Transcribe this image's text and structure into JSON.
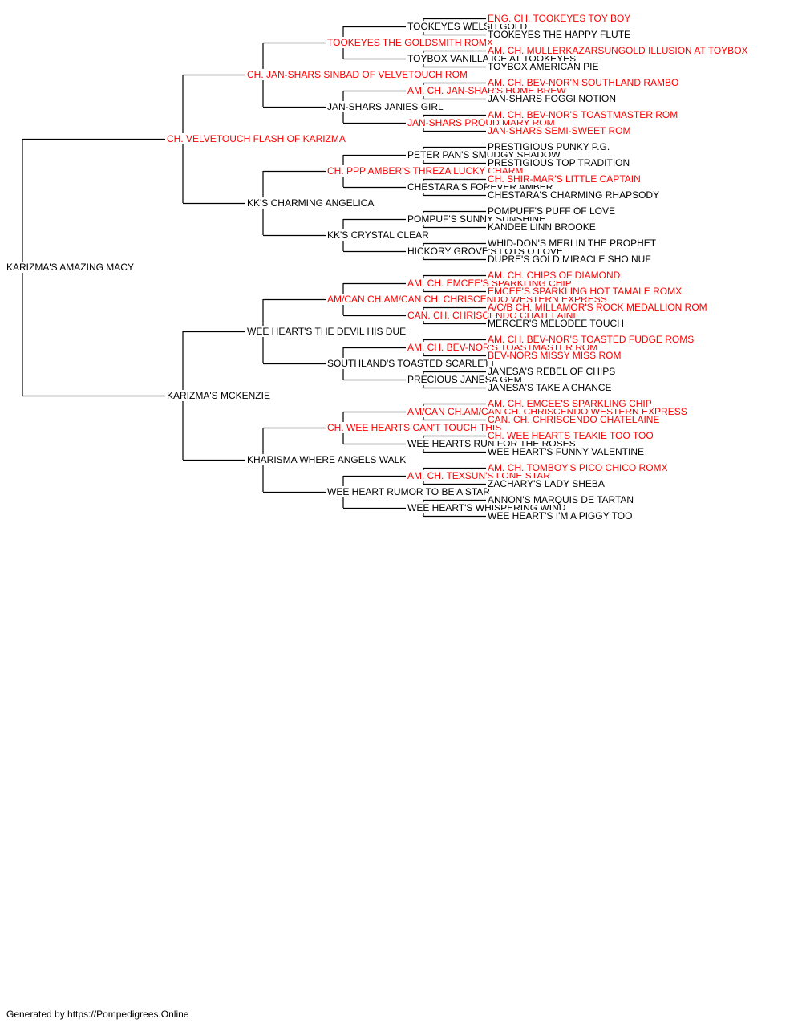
{
  "colors": {
    "champion": "#ff0000",
    "normal": "#000000",
    "line": "#000000"
  },
  "subject": {
    "name": "KARIZMA'S AMAZING MACY",
    "champion": false
  },
  "sire": {
    "name": "CH. VELVETOUCH FLASH OF KARIZMA",
    "champion": true,
    "sire": {
      "name": "CH. JAN-SHARS SINBAD OF VELVETOUCH ROM",
      "champion": true,
      "sire": {
        "name": "TOOKEYES THE GOLDSMITH ROMX",
        "champion": true,
        "sire": {
          "name": "TOOKEYES WELSH GOLD",
          "champion": false,
          "sire": {
            "name": "ENG. CH. TOOKEYES TOY BOY",
            "champion": true
          },
          "dam": {
            "name": "TOOKEYES THE HAPPY FLUTE",
            "champion": false
          }
        },
        "dam": {
          "name": "TOYBOX VANILLA ICE AT TOOKEYES",
          "champion": false,
          "sire": {
            "name": "AM. CH. MULLERKAZARSUNGOLD ILLUSION AT TOYBOX",
            "champion": true
          },
          "dam": {
            "name": "TOYBOX AMERICAN PIE",
            "champion": false
          }
        }
      },
      "dam": {
        "name": "JAN-SHARS JANIES GIRL",
        "champion": false,
        "sire": {
          "name": "AM. CH. JAN-SHAR'S HOME BREW",
          "champion": true,
          "sire": {
            "name": "AM. CH. BEV-NOR'N SOUTHLAND RAMBO",
            "champion": true
          },
          "dam": {
            "name": "JAN-SHARS FOGGI NOTION",
            "champion": false
          }
        },
        "dam": {
          "name": "JAN-SHARS PROUD MARY ROM",
          "champion": true,
          "sire": {
            "name": "AM. CH. BEV-NOR'S TOASTMASTER ROM",
            "champion": true
          },
          "dam": {
            "name": "JAN-SHARS SEMI-SWEET ROM",
            "champion": true
          }
        }
      }
    },
    "dam": {
      "name": "KK'S CHARMING ANGELICA",
      "champion": false,
      "sire": {
        "name": "CH. PPP AMBER'S THREZA LUCKY CHARM",
        "champion": true,
        "sire": {
          "name": "PETER PAN'S SMUDGY SHADOW",
          "champion": false,
          "sire": {
            "name": "PRESTIGIOUS PUNKY P.G.",
            "champion": false
          },
          "dam": {
            "name": "PRESTIGIOUS TOP TRADITION",
            "champion": false
          }
        },
        "dam": {
          "name": "CHESTARA'S FOREVER AMBER",
          "champion": false,
          "sire": {
            "name": "CH. SHIR-MAR'S LITTLE CAPTAIN",
            "champion": true
          },
          "dam": {
            "name": "CHESTARA'S CHARMING RHAPSODY",
            "champion": false
          }
        }
      },
      "dam": {
        "name": "KK'S CRYSTAL CLEAR",
        "champion": false,
        "sire": {
          "name": "POMPUF'S SUNNY SUNSHINE",
          "champion": false,
          "sire": {
            "name": "POMPUFF'S PUFF OF LOVE",
            "champion": false
          },
          "dam": {
            "name": "KANDEE LINN BROOKE",
            "champion": false
          }
        },
        "dam": {
          "name": "HICKORY GROVE'S LOTS O LOVE",
          "champion": false,
          "sire": {
            "name": "WHID-DON'S MERLIN THE PROPHET",
            "champion": false
          },
          "dam": {
            "name": "DUPRE'S GOLD MIRACLE SHO NUF",
            "champion": false
          }
        }
      }
    }
  },
  "dam": {
    "name": "KARIZMA'S MCKENZIE",
    "champion": false,
    "sire": {
      "name": "WEE HEART'S THE DEVIL HIS DUE",
      "champion": false,
      "sire": {
        "name": "AM/CAN CH.AM/CAN CH. CHRISCENDO WESTERN EXPRESS",
        "champion": true,
        "sire": {
          "name": "AM. CH. EMCEE'S SPARKLING CHIP",
          "champion": true,
          "sire": {
            "name": "AM. CH. CHIPS OF DIAMOND",
            "champion": true
          },
          "dam": {
            "name": "EMCEE'S SPARKLING HOT TAMALE ROMX",
            "champion": true
          }
        },
        "dam": {
          "name": "CAN. CH. CHRISCENDO CHATELAINE",
          "champion": true,
          "sire": {
            "name": "A/C/B CH. MILLAMOR'S ROCK MEDALLION ROM",
            "champion": true
          },
          "dam": {
            "name": "MERCER'S MELODEE TOUCH",
            "champion": false
          }
        }
      },
      "dam": {
        "name": "SOUTHLAND'S TOASTED SCARLETT",
        "champion": false,
        "sire": {
          "name": "AM. CH. BEV-NOR'S TOASTMASTER ROM",
          "champion": true,
          "sire": {
            "name": "AM. CH. BEV-NOR'S TOASTED FUDGE ROMS",
            "champion": true
          },
          "dam": {
            "name": "BEV-NORS MISSY MISS ROM",
            "champion": true
          }
        },
        "dam": {
          "name": "PRECIOUS JANESA GEM",
          "champion": false,
          "sire": {
            "name": "JANESA'S REBEL OF CHIPS",
            "champion": false
          },
          "dam": {
            "name": "JANESA'S TAKE A CHANCE",
            "champion": false
          }
        }
      }
    },
    "dam": {
      "name": "KHARISMA WHERE ANGELS WALK",
      "champion": false,
      "sire": {
        "name": "CH. WEE HEARTS CAN'T TOUCH THIS",
        "champion": true,
        "sire": {
          "name": "AM/CAN CH.AM/CAN CH. CHRISCENDO WESTERN EXPRESS",
          "champion": true,
          "sire": {
            "name": "AM. CH. EMCEE'S SPARKLING CHIP",
            "champion": true
          },
          "dam": {
            "name": "CAN. CH. CHRISCENDO CHATELAINE",
            "champion": true
          }
        },
        "dam": {
          "name": "WEE HEARTS RUN FOR THE ROSES",
          "champion": false,
          "sire": {
            "name": "CH. WEE HEARTS TEAKIE TOO TOO",
            "champion": true
          },
          "dam": {
            "name": "WEE HEART'S FUNNY VALENTINE",
            "champion": false
          }
        }
      },
      "dam": {
        "name": "WEE HEART RUMOR TO BE A STAR",
        "champion": false,
        "sire": {
          "name": "AM. CH. TEXSUN'S LONE STAR",
          "champion": true,
          "sire": {
            "name": "AM. CH. TOMBOY'S PICO CHICO ROMX",
            "champion": true
          },
          "dam": {
            "name": "ZACHARY'S LADY SHEBA",
            "champion": false
          }
        },
        "dam": {
          "name": "WEE HEART'S WHISPERING WIND",
          "champion": false,
          "sire": {
            "name": "ANNON'S MARQUIS DE TARTAN",
            "champion": false
          },
          "dam": {
            "name": "WEE HEART'S I'M A PIGGY TOO",
            "champion": false
          }
        }
      }
    }
  },
  "footer": {
    "text": "Generated by https://Pompedigrees.Online"
  }
}
